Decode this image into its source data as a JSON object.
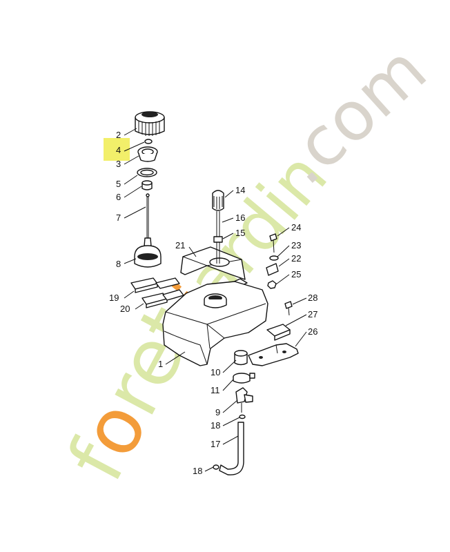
{
  "watermark": {
    "text_part_1": "foret",
    "text_part_2": "jardin",
    "text_part_3": ".com",
    "color_green": "#dbe8a8",
    "color_orange": "#f39c3a",
    "color_gray": "#d9d4cc"
  },
  "highlight": {
    "part_number": "4",
    "color": "#f2ef6a"
  },
  "callouts": {
    "p1": "1",
    "p2": "2",
    "p3": "3",
    "p4": "4",
    "p5": "5",
    "p6": "6",
    "p7": "7",
    "p8": "8",
    "p9": "9",
    "p10": "10",
    "p11": "11",
    "p14": "14",
    "p15": "15",
    "p16": "16",
    "p17": "17",
    "p18a": "18",
    "p18b": "18",
    "p19": "19",
    "p20": "20",
    "p21": "21",
    "p22": "22",
    "p23": "23",
    "p24": "24",
    "p25": "25",
    "p26": "26",
    "p27": "27",
    "p28": "28"
  }
}
